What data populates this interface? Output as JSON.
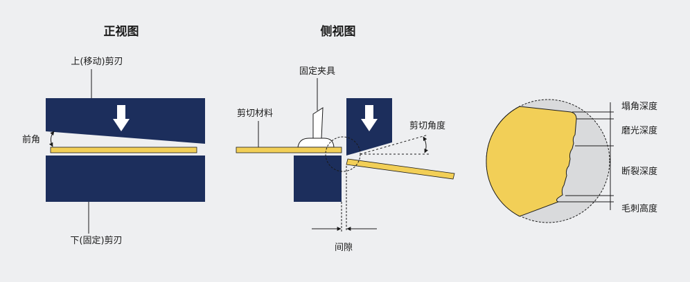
{
  "front_view": {
    "title": "正视图",
    "upper_blade_label": "上(移动)剪刃",
    "rake_angle_label": "前角",
    "lower_blade_label": "下(固定)剪刃"
  },
  "side_view": {
    "title": "侧视图",
    "clamp_label": "固定夹具",
    "material_label": "剪切材料",
    "shear_angle_label": "剪切角度",
    "clearance_label": "间隙"
  },
  "edge_detail": {
    "rollover_label": "塌角深度",
    "burnish_label": "磨光深度",
    "fracture_label": "断裂深度",
    "burr_label": "毛刺高度"
  },
  "colors": {
    "blade": "#1c2e5c",
    "material": "#f2cf57",
    "background": "#eeeff1",
    "detail_circle": "#d9dadc"
  }
}
